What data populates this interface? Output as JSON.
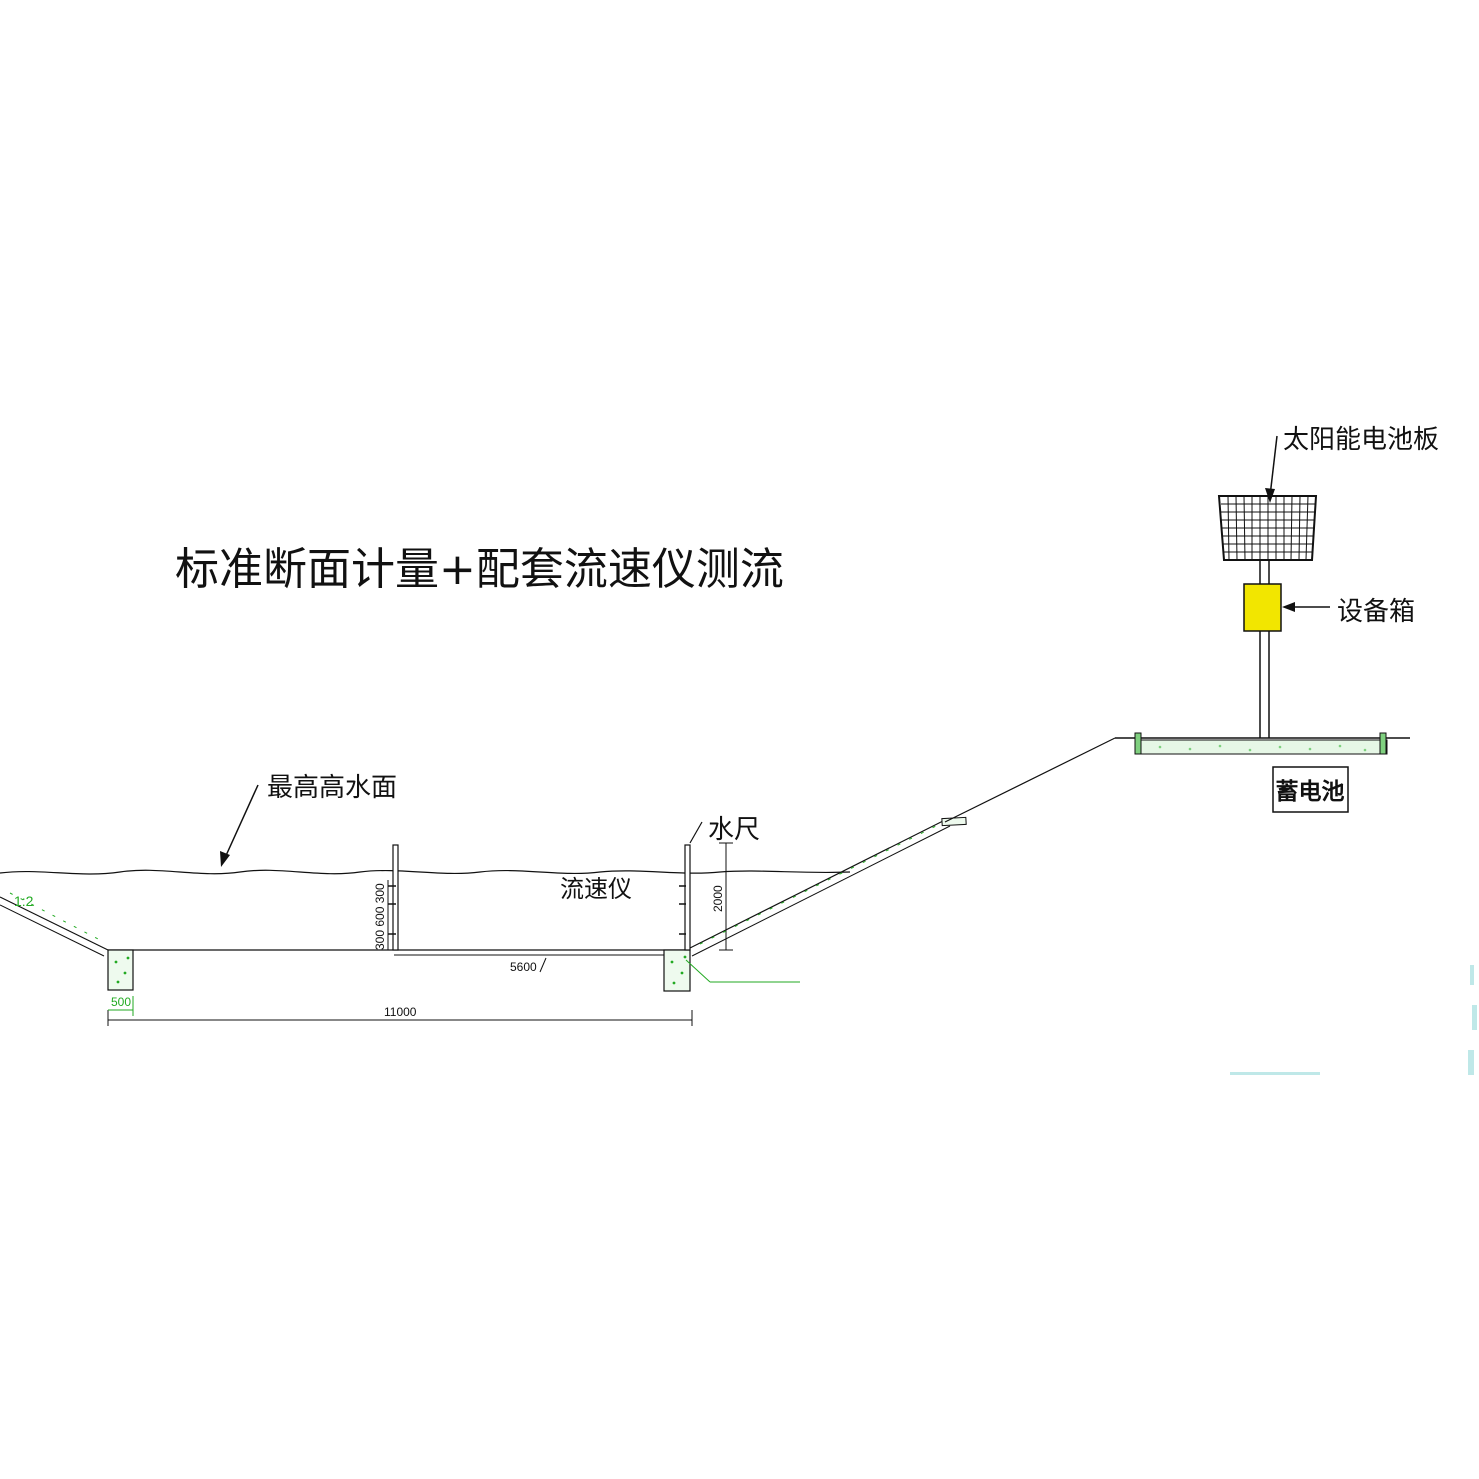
{
  "title": "标准断面计量+配套流速仪测流",
  "labels": {
    "solar_panel": "太阳能电池板",
    "equipment_box": "设备箱",
    "battery": "蓄电池",
    "max_water_level": "最高高水面",
    "staff_gauge": "水尺",
    "velocity_meter": "流速仪"
  },
  "dimensions": {
    "sensor_spacing": "300 600 300",
    "gauge_height": "2000",
    "half_width": "5600",
    "total_width": "11000",
    "footing_width": "500"
  },
  "colors": {
    "line": "#111111",
    "concrete_fill": "#7fd07f",
    "equipment_box": "#f2e600",
    "dimension_green": "#22aa22"
  }
}
